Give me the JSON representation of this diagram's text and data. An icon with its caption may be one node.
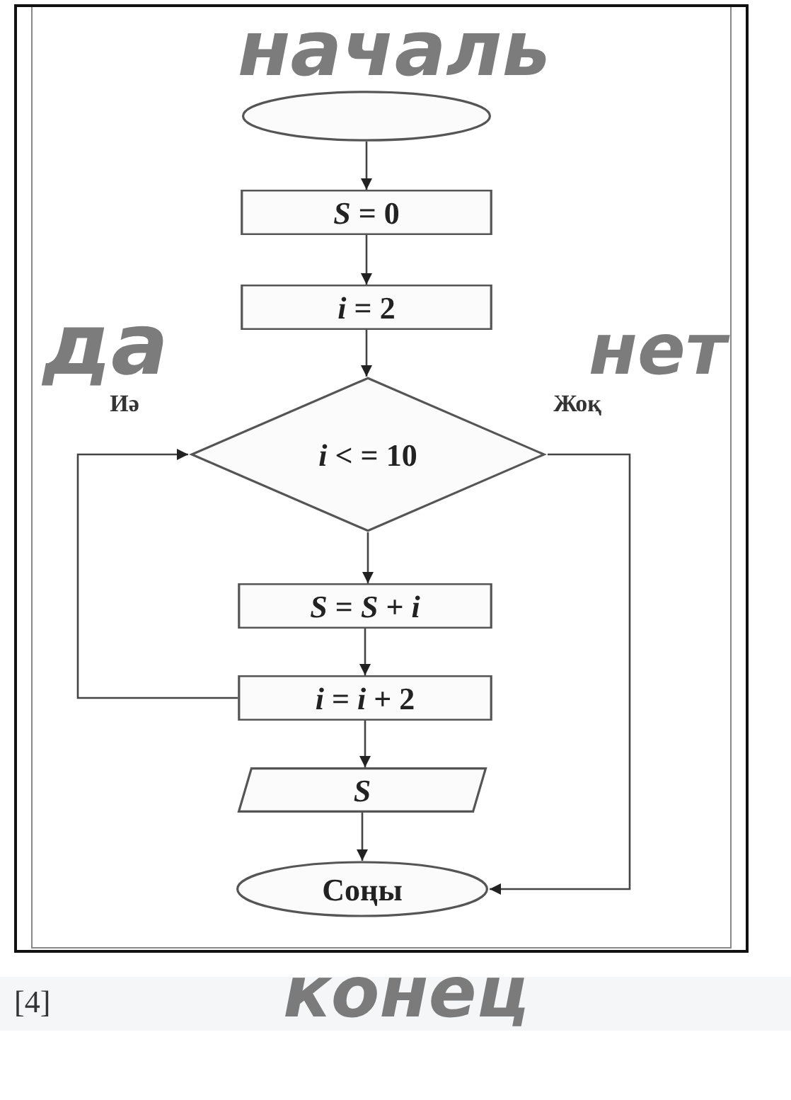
{
  "diagram": {
    "nodes": [
      {
        "text": [],
        "shape": "ellipse"
      },
      {
        "text": [
          "*S* = 0"
        ]
      },
      {
        "text": [
          "*i* = 2"
        ]
      },
      {
        "text": [
          "*i* < = 10"
        ]
      },
      {
        "text": [
          "*S* = *S* + *i*"
        ]
      },
      {
        "text": [
          "*i* = *i* + 2"
        ]
      },
      {
        "text": [
          "S"
        ]
      },
      {
        "text": [
          "Соңы"
        ]
      }
    ],
    "edges": [
      {
        "from": 0,
        "to": 1,
        "arrow": "to"
      },
      {
        "from": 1,
        "to": 2,
        "arrow": "to"
      },
      {
        "from": 2,
        "to": 3,
        "arrow": "to"
      },
      {
        "from": 3,
        "to": 4,
        "arrow": "to"
      },
      {
        "from": 4,
        "to": 5,
        "arrow": "to"
      },
      {
        "from": 5,
        "to": 3,
        "arrow": "to",
        "label": "Иә"
      },
      {
        "from": 5,
        "to": 6,
        "arrow": "to"
      },
      {
        "from": 6,
        "to": 7,
        "arrow": "to"
      },
      {
        "from": 3,
        "to": 7,
        "arrow": "to",
        "label": "Жоқ"
      }
    ],
    "labels": [
      "началь",
      "да",
      "нет",
      "конец",
      "[4]"
    ]
  }
}
